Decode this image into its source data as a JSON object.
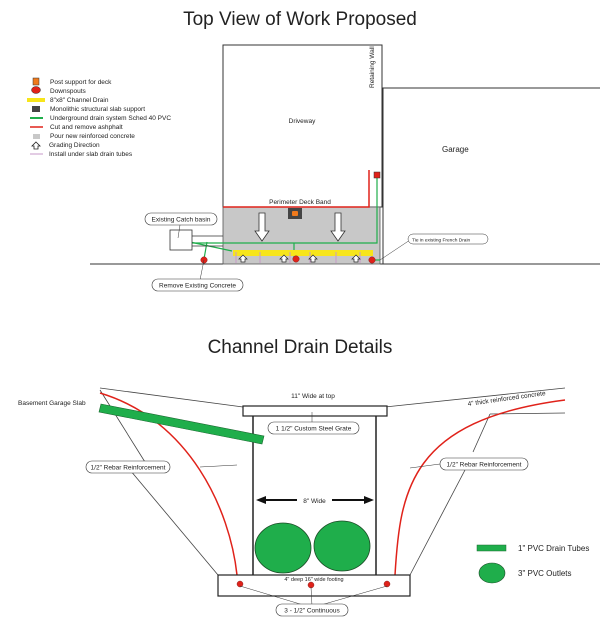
{
  "top_view": {
    "title": "Top View of Work Proposed",
    "legend": [
      {
        "icon": "post-support-icon",
        "label": "Post support for deck",
        "color": "#f07a1c"
      },
      {
        "icon": "downspout-icon",
        "label": "Downspouts",
        "color": "#e0221a"
      },
      {
        "icon": "channel-drain-icon",
        "label": "8\"x8\" Channel Drain",
        "color": "#f7e51b"
      },
      {
        "icon": "slab-support-icon",
        "label": "Monolithic structural slab support",
        "color": "#444444"
      },
      {
        "icon": "underground-drain-icon",
        "label": "Underground drain system Sched 40 PVC",
        "color": "#1fae4b"
      },
      {
        "icon": "cut-asphalt-icon",
        "label": "Cut and remove ashphalt",
        "color": "#e0221a"
      },
      {
        "icon": "concrete-icon",
        "label": "Pour new reinforced concrete",
        "color": "#c8c8c8"
      },
      {
        "icon": "grading-arrow-icon",
        "label": "Grading Direction",
        "color": "#222222"
      },
      {
        "icon": "drain-tube-icon",
        "label": "Install under slab drain tubes",
        "color": "#c79ac9"
      }
    ],
    "driveway": "Driveway",
    "retaining_wall": "Retaining Wall",
    "garage": "Garage",
    "perimeter_band": "Perimeter Deck Band",
    "catch_basin": "Existing Catch basin",
    "remove_concrete": "Remove Existing Concrete",
    "french_drain": "Tie in existing French Drain"
  },
  "detail": {
    "title": "Channel Drain Details",
    "slab": "Basement Garage Slab",
    "wide_top": "11\" Wide at top",
    "concrete": "4\" thick reinforced concrete",
    "grate": "1 1/2\" Custom Steel Grate",
    "rebar_left": "1/2\" Rebar Reinforcement",
    "rebar_right": "1/2\" Rebar Reinforcement",
    "width": "8\" Wide",
    "footing": "4\" deep 16\" wide footing",
    "continuous": "3 - 1/2\" Continuous",
    "legend_tubes": "1\" PVC Drain Tubes",
    "legend_outlets": "3\" PVC Outlets"
  }
}
